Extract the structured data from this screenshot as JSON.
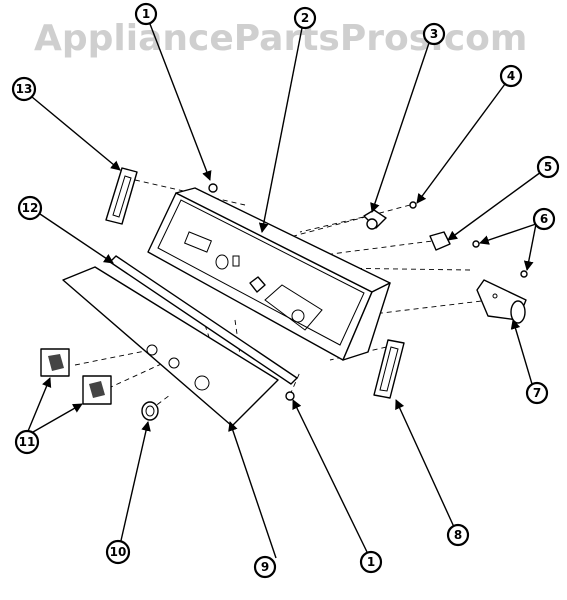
{
  "watermark": "AppliancePartsPros.com",
  "callouts": [
    {
      "id": "c1a",
      "label": "1"
    },
    {
      "id": "c2",
      "label": "2"
    },
    {
      "id": "c3",
      "label": "3"
    },
    {
      "id": "c4",
      "label": "4"
    },
    {
      "id": "c5",
      "label": "5"
    },
    {
      "id": "c6",
      "label": "6"
    },
    {
      "id": "c7",
      "label": "7"
    },
    {
      "id": "c8",
      "label": "8"
    },
    {
      "id": "c9",
      "label": "9"
    },
    {
      "id": "c10",
      "label": "10"
    },
    {
      "id": "c11",
      "label": "11"
    },
    {
      "id": "c12",
      "label": "12"
    },
    {
      "id": "c13",
      "label": "13"
    },
    {
      "id": "c1b",
      "label": "1"
    }
  ]
}
